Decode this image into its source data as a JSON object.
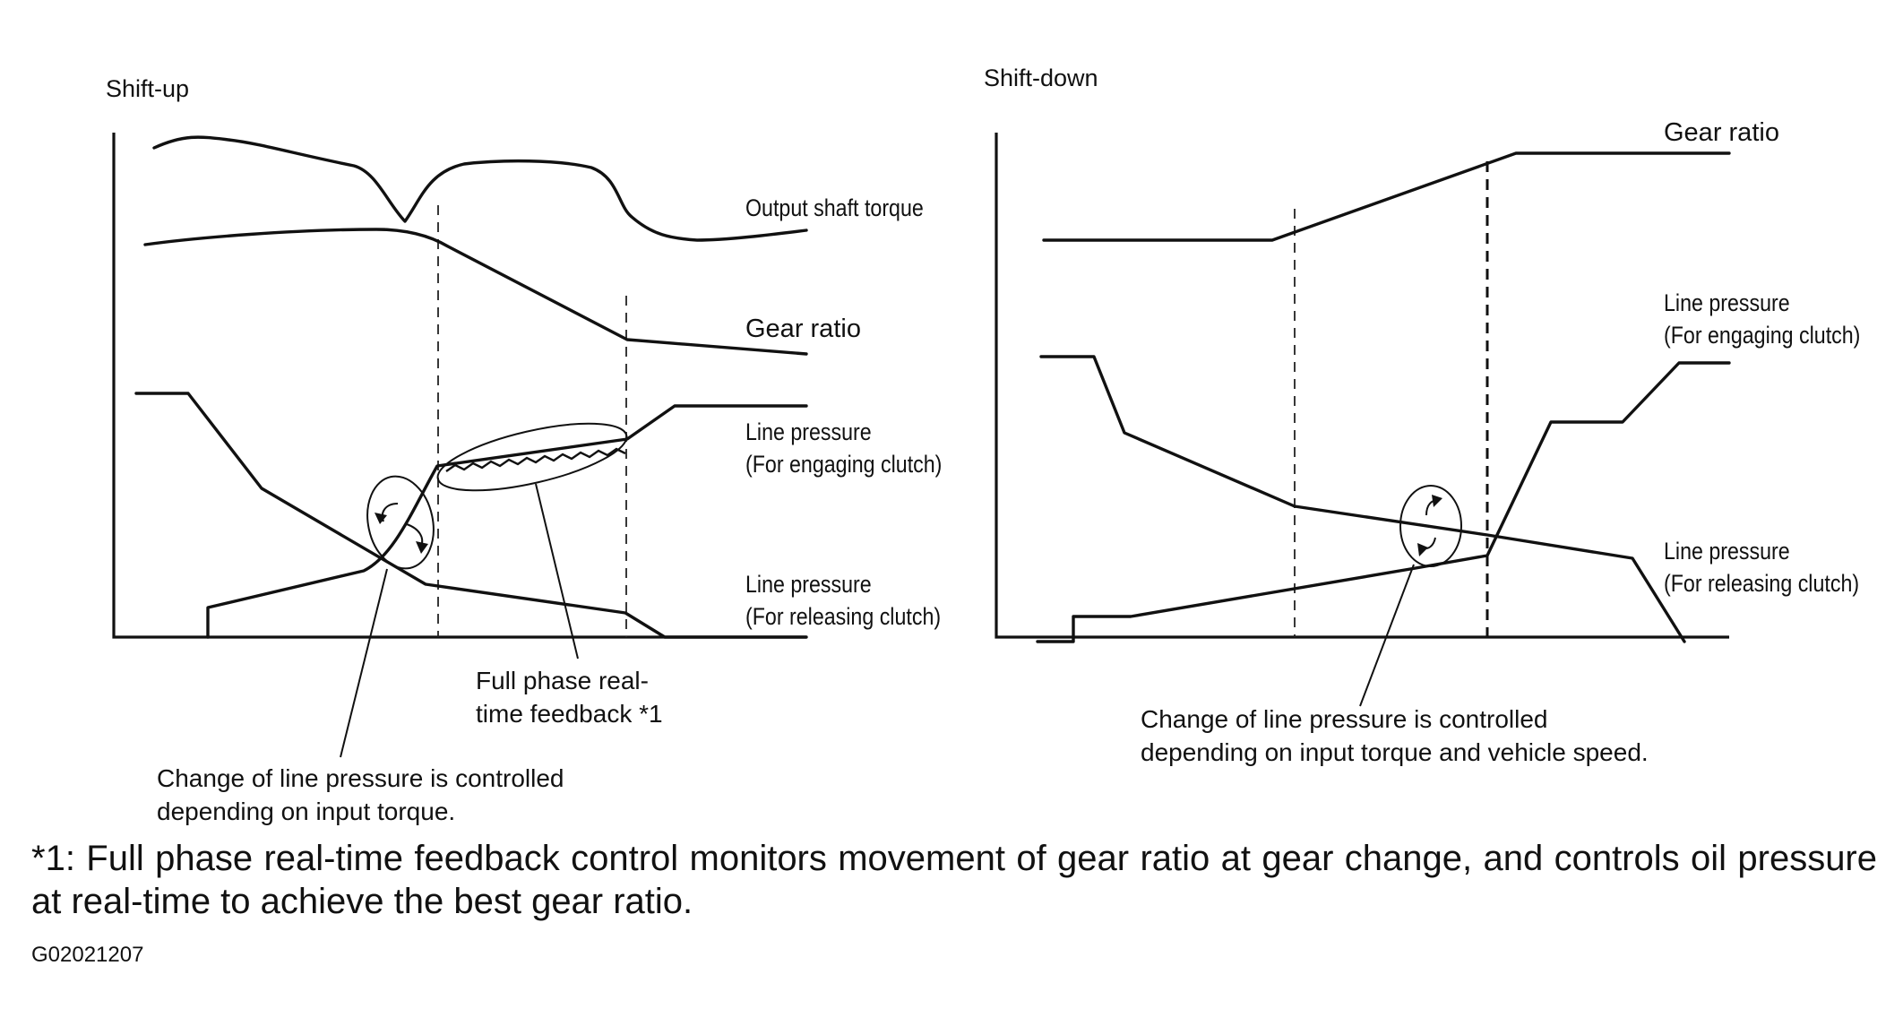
{
  "shift_up": {
    "title": "Shift-up",
    "labels": {
      "output_shaft_torque": "Output shaft torque",
      "gear_ratio": "Gear ratio",
      "line_pressure_engaging_1": "Line pressure",
      "line_pressure_engaging_2": "(For engaging clutch)",
      "line_pressure_releasing_1": "Line pressure",
      "line_pressure_releasing_2": "(For releasing clutch)"
    },
    "callout_feedback_1": "Full phase real-",
    "callout_feedback_2": "time feedback *1",
    "callout_control_1": "Change of line pressure is controlled",
    "callout_control_2": "depending on input torque."
  },
  "shift_down": {
    "title": "Shift-down",
    "labels": {
      "gear_ratio": "Gear ratio",
      "line_pressure_engaging_1": "Line pressure",
      "line_pressure_engaging_2": "(For engaging clutch)",
      "line_pressure_releasing_1": "Line pressure",
      "line_pressure_releasing_2": "(For releasing clutch)"
    },
    "callout_control_1": "Change of line pressure is controlled",
    "callout_control_2": "depending on input torque and vehicle speed."
  },
  "footnote": "*1: Full phase real-time feedback control monitors movement of gear ratio at gear change, and controls oil pressure at real-time to achieve the best gear ratio.",
  "figure_code": "G02021207"
}
